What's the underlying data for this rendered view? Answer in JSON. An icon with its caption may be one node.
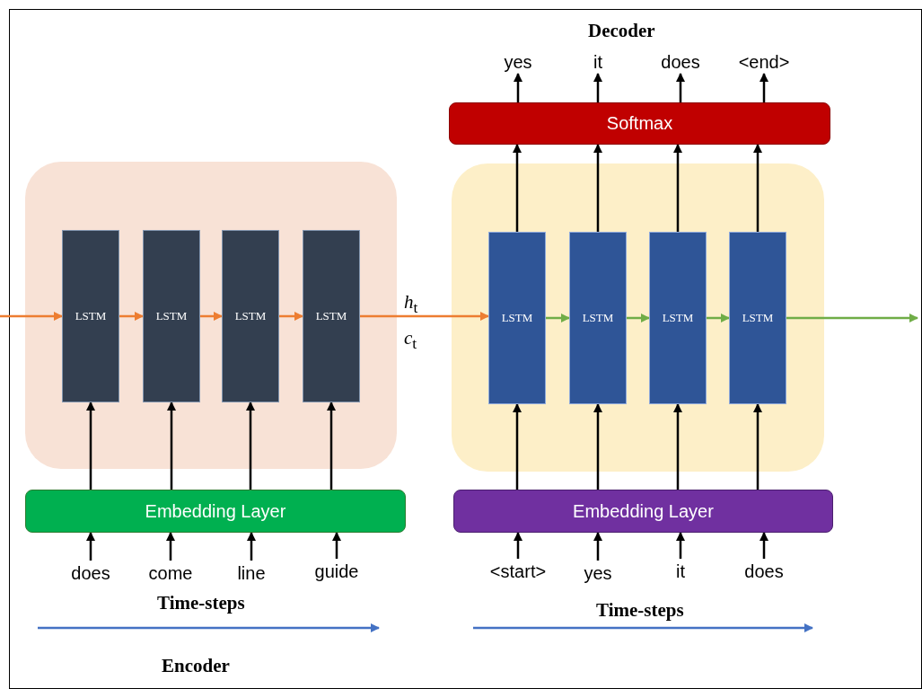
{
  "diagram": {
    "nodes": [
      {
        "text": [
          "LSTM"
        ]
      },
      {
        "text": [
          "LSTM"
        ]
      },
      {
        "text": [
          "LSTM"
        ]
      },
      {
        "text": [
          "LSTM"
        ]
      },
      {
        "text": [
          "Embedding Layer"
        ]
      },
      {
        "text": [
          "does"
        ]
      },
      {
        "text": [
          "come"
        ]
      },
      {
        "text": [
          "line"
        ]
      },
      {
        "text": [
          "guide"
        ]
      },
      {
        "text": [
          "LSTM"
        ]
      },
      {
        "text": [
          "LSTM"
        ]
      },
      {
        "text": [
          "LSTM"
        ]
      },
      {
        "text": [
          "LSTM"
        ]
      },
      {
        "text": [
          "Embedding Layer"
        ]
      },
      {
        "text": [
          "<start>"
        ]
      },
      {
        "text": [
          "yes"
        ]
      },
      {
        "text": [
          "it"
        ]
      },
      {
        "text": [
          "does"
        ]
      },
      {
        "text": [
          "Softmax"
        ]
      },
      {
        "text": [
          "yes"
        ]
      },
      {
        "text": [
          "it"
        ]
      },
      {
        "text": [
          "does"
        ]
      },
      {
        "text": [
          "<end>"
        ]
      }
    ],
    "edges": [
      {
        "from": null,
        "to": 0,
        "arrow": "to",
        "color": "#ed7d31"
      },
      {
        "from": 0,
        "to": 1,
        "arrow": "to",
        "color": "#ed7d31"
      },
      {
        "from": 1,
        "to": 2,
        "arrow": "to",
        "color": "#ed7d31"
      },
      {
        "from": 2,
        "to": 3,
        "arrow": "to",
        "color": "#ed7d31"
      },
      {
        "from": 3,
        "to": 9,
        "arrow": "to",
        "color": "#ed7d31"
      },
      {
        "from": 9,
        "to": 10,
        "arrow": "to",
        "color": "#70ad47"
      },
      {
        "from": 10,
        "to": 11,
        "arrow": "to",
        "color": "#70ad47"
      },
      {
        "from": 11,
        "to": 12,
        "arrow": "to",
        "color": "#70ad47"
      },
      {
        "from": 12,
        "to": null,
        "arrow": "to",
        "color": "#70ad47"
      },
      {
        "from": 5,
        "to": 4,
        "arrow": "to"
      },
      {
        "from": 6,
        "to": 4,
        "arrow": "to"
      },
      {
        "from": 7,
        "to": 4,
        "arrow": "to"
      },
      {
        "from": 8,
        "to": 4,
        "arrow": "to"
      },
      {
        "from": 4,
        "to": 0,
        "arrow": "to"
      },
      {
        "from": 4,
        "to": 1,
        "arrow": "to"
      },
      {
        "from": 4,
        "to": 2,
        "arrow": "to"
      },
      {
        "from": 4,
        "to": 3,
        "arrow": "to"
      },
      {
        "from": 14,
        "to": 13,
        "arrow": "to"
      },
      {
        "from": 15,
        "to": 13,
        "arrow": "to"
      },
      {
        "from": 16,
        "to": 13,
        "arrow": "to"
      },
      {
        "from": 17,
        "to": 13,
        "arrow": "to"
      },
      {
        "from": 13,
        "to": 9,
        "arrow": "to"
      },
      {
        "from": 13,
        "to": 10,
        "arrow": "to"
      },
      {
        "from": 13,
        "to": 11,
        "arrow": "to"
      },
      {
        "from": 13,
        "to": 12,
        "arrow": "to"
      },
      {
        "from": 9,
        "to": 18,
        "arrow": "to"
      },
      {
        "from": 10,
        "to": 18,
        "arrow": "to"
      },
      {
        "from": 11,
        "to": 18,
        "arrow": "to"
      },
      {
        "from": 12,
        "to": 18,
        "arrow": "to"
      },
      {
        "from": 18,
        "to": 19,
        "arrow": "to"
      },
      {
        "from": 18,
        "to": 20,
        "arrow": "to"
      },
      {
        "from": 18,
        "to": 21,
        "arrow": "to"
      },
      {
        "from": 18,
        "to": 22,
        "arrow": "to"
      }
    ],
    "labels": [
      "Decoder",
      "*h*$_{t}$",
      "*c*$_{t}$",
      "Time-steps",
      "Time-steps",
      "Encoder"
    ]
  }
}
